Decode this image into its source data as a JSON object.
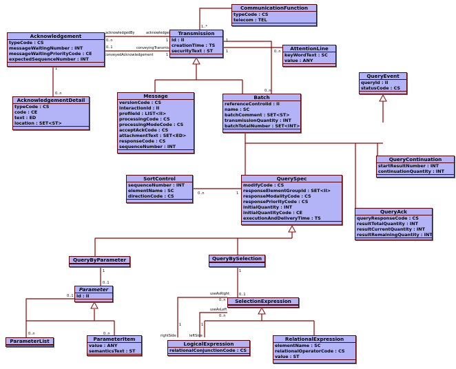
{
  "classes": [
    {
      "key": "communicationFunction",
      "name": "CommunicationFunction",
      "attrs": [
        "typeCode : CS",
        "telecom : TEL"
      ]
    },
    {
      "key": "acknowledgement",
      "name": "Acknowledgement",
      "attrs": [
        "typeCode : CS",
        "messageWaitingNumber : INT",
        "messageWaitingPriorityCode : CE",
        "expectedSequenceNumber : INT"
      ]
    },
    {
      "key": "transmission",
      "name": "Transmission",
      "attrs": [
        "id : II",
        "creationTime : TS",
        "securityText : ST"
      ]
    },
    {
      "key": "attentionLine",
      "name": "AttentionLine",
      "attrs": [
        "keyWordText : SC",
        "value : ANY"
      ]
    },
    {
      "key": "queryEvent",
      "name": "QueryEvent",
      "attrs": [
        "queryId : II",
        "statusCode : CS"
      ]
    },
    {
      "key": "acknowledgementDetail",
      "name": "AcknowledgementDetail",
      "attrs": [
        "typeCode : CS",
        "code : CE",
        "text : ED",
        "location : SET<ST>"
      ]
    },
    {
      "key": "message",
      "name": "Message",
      "attrs": [
        "versionCode : CS",
        "interactionId : II",
        "profileId : LIST<II>",
        "processingCode : CS",
        "processingModeCode : CS",
        "acceptAckCode : CS",
        "attachmentText : SET<ED>",
        "responseCode : CS",
        "sequenceNumber : INT"
      ]
    },
    {
      "key": "batch",
      "name": "Batch",
      "attrs": [
        "referenceControlId : II",
        "name : SC",
        "batchComment : SET<ST>",
        "transmissionQuantity : INT",
        "batchTotalNumber : SET<INT>"
      ]
    },
    {
      "key": "queryContinuation",
      "name": "QueryContinuation",
      "attrs": [
        "startResultNumber : INT",
        "continuationQuantity : INT"
      ]
    },
    {
      "key": "sortControl",
      "name": "SortControl",
      "attrs": [
        "sequenceNumber : INT",
        "elementName : SC",
        "directionCode : CS"
      ]
    },
    {
      "key": "querySpec",
      "name": "QuerySpec",
      "attrs": [
        "modifyCode : CS",
        "responseElementGroupId : SET<II>",
        "responseModalityCode : CS",
        "responsePriorityCode : CS",
        "initialQuantity : INT",
        "initialQuantityCode : CE",
        "executionAndDeliveryTime : TS"
      ]
    },
    {
      "key": "queryAck",
      "name": "QueryAck",
      "attrs": [
        "queryResponseCode : CS",
        "resultTotalQuantity : INT",
        "resultCurrentQuantity : INT",
        "resultRemainingQuantity : INT"
      ]
    },
    {
      "key": "queryByParameter",
      "name": "QueryByParameter",
      "attrs": []
    },
    {
      "key": "queryBySelection",
      "name": "QueryBySelection",
      "attrs": []
    },
    {
      "key": "parameter",
      "name": "Parameter",
      "attrs": [
        "id : II"
      ],
      "italic": true
    },
    {
      "key": "selectionExpression",
      "name": "SelectionExpression",
      "attrs": []
    },
    {
      "key": "parameterList",
      "name": "ParameterList",
      "attrs": []
    },
    {
      "key": "parameterItem",
      "name": "ParameterItem",
      "attrs": [
        "value : ANY",
        "semanticsText : ST"
      ]
    },
    {
      "key": "logicalExpression",
      "name": "LogicalExpression",
      "attrs": [
        "relationalConjunctionCode : CS"
      ]
    },
    {
      "key": "relationalExpression",
      "name": "RelationalExpression",
      "attrs": [
        "elementName : SC",
        "relationalOperatorCode : CS",
        "value : ST"
      ]
    }
  ],
  "labels": {
    "acknowledgedBy": "acknowledgedBy",
    "acknowledges": "acknowledges",
    "conveyingTransmission": "conveyingTransmission",
    "conveyedAcknowledgement": "conveyedAcknowledgement",
    "useAsRight": "useAsRight",
    "useAsLeft": "useAsLeft",
    "rightSide": "rightSide",
    "leftSide": "leftSide",
    "m_0n": "0..n",
    "m_01": "0..1",
    "m_1": "1",
    "m_1n": "1..*"
  }
}
